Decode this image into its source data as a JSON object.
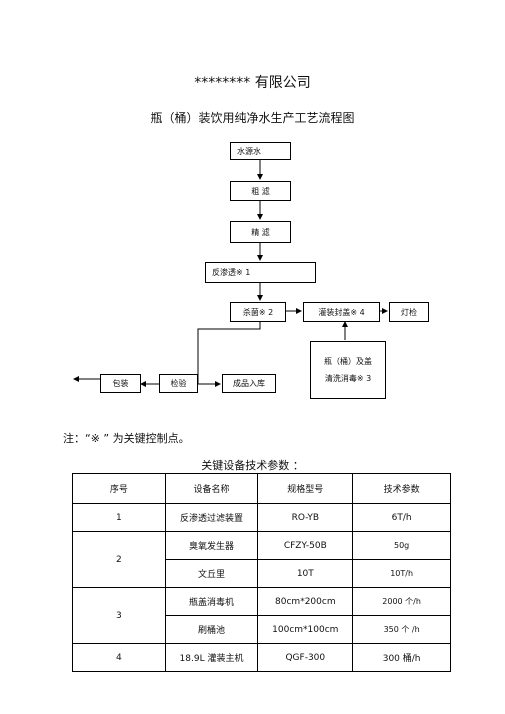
{
  "header": {
    "company": "******** 有限公司",
    "process_title": "瓶（桶）装饮用纯净水生产工艺流程图"
  },
  "flow": {
    "water_source": "水源水",
    "coarse_filter": "粗 滤",
    "fine_filter": "精 滤",
    "reverse_osmosis": "反渗透※ 1",
    "sterilization": "杀菌※ 2",
    "filling_sealing": "灌装封盖※ 4",
    "light_inspection": "灯检",
    "bottle_cleaning_line1": "瓶（桶）及盖",
    "bottle_cleaning_line2": "清洗消毒※ 3",
    "packaging": "包装",
    "inspection": "检验",
    "warehouse": "成品入库"
  },
  "note": "注：“※ ” 为关键控制点。",
  "table": {
    "title": "关键设备技术参数 ：",
    "headers": [
      "序号",
      "设备名称",
      "规格型号",
      "技术参数"
    ],
    "rows": [
      {
        "no": "1",
        "name": "反渗透过滤装置",
        "model": "RO-YB",
        "param": "6T/h"
      },
      {
        "no": "2",
        "name": "臭氧发生器",
        "model": "CFZY-50B",
        "param": "50g"
      },
      {
        "no": "",
        "name": "文丘里",
        "model": "10T",
        "param": "10T/h"
      },
      {
        "no": "3",
        "name": "瓶盖消毒机",
        "model": "80cm*200cm",
        "param": "2000 个/h"
      },
      {
        "no": "",
        "name": "刷桶池",
        "model": "100cm*100cm",
        "param": "350 个 /h"
      },
      {
        "no": "4",
        "name": "18.9L 灌装主机",
        "model": "QGF-300",
        "param": "300 桶/h"
      }
    ]
  }
}
